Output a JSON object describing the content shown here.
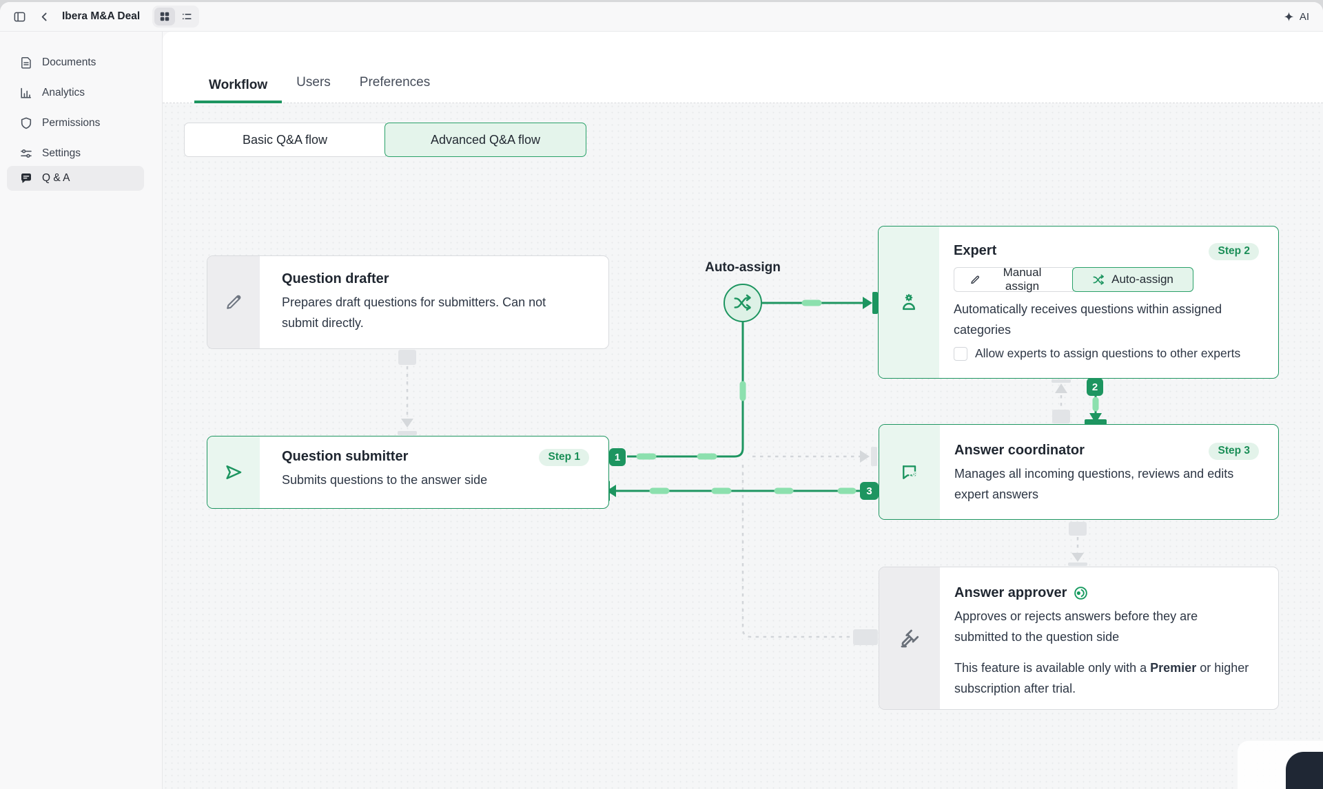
{
  "window": {
    "title": "Ibera M&A Deal",
    "ai_label": "AI"
  },
  "sidebar": {
    "items": [
      {
        "label": "Documents"
      },
      {
        "label": "Analytics"
      },
      {
        "label": "Permissions"
      },
      {
        "label": "Settings"
      },
      {
        "label": "Q & A"
      }
    ]
  },
  "tabs": [
    {
      "label": "Workflow"
    },
    {
      "label": "Users"
    },
    {
      "label": "Preferences"
    }
  ],
  "flow_toggle": {
    "basic": "Basic Q&A flow",
    "advanced": "Advanced Q&A flow"
  },
  "diagram": {
    "auto_assign_label": "Auto-assign",
    "badges": {
      "b1": "1",
      "b2": "2",
      "b3": "3"
    },
    "nodes": {
      "drafter": {
        "title": "Question drafter",
        "lines": [
          "Prepares draft questions for submitters. Can not",
          "submit directly."
        ]
      },
      "submitter": {
        "title": "Question submitter",
        "step": "Step 1",
        "description": "Submits questions to the answer side"
      },
      "expert": {
        "title": "Expert",
        "step": "Step 2",
        "manual_btn": "Manual assign",
        "auto_btn": "Auto-assign",
        "lines": [
          "Automatically receives questions within assigned",
          "categories"
        ],
        "checkbox_label": "Allow experts to assign questions to other experts"
      },
      "coordinator": {
        "title": "Answer coordinator",
        "step": "Step 3",
        "lines": [
          "Manages all incoming questions, reviews and edits",
          "expert answers"
        ]
      },
      "approver": {
        "title": "Answer approver",
        "lines": [
          "Approves or rejects answers before they are",
          "submitted to the question side"
        ],
        "note_pre": "This feature is available only with a ",
        "note_bold": "Premier",
        "note_post_line1": " or higher",
        "note_line2": "subscription after trial."
      }
    }
  },
  "colors": {
    "green": "#1d9560",
    "green_light": "#e9f6ef",
    "pulse": "#8ce0ae",
    "selected_bg": "#e4f4eb"
  }
}
